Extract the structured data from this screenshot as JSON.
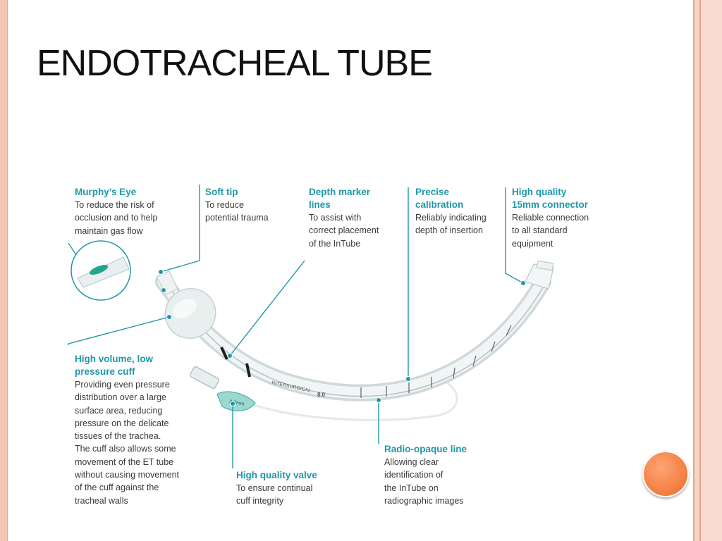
{
  "slide": {
    "title": "ENDOTRACHEAL TUBE"
  },
  "annotations": {
    "murphys_eye": {
      "heading": "Murphy’s Eye",
      "body": "To reduce the risk of\nocclusion and to help\nmaintain gas flow"
    },
    "soft_tip": {
      "heading": "Soft tip",
      "body": "To reduce\npotential trauma"
    },
    "depth_marker": {
      "heading": "Depth marker\nlines",
      "body": "To assist with\ncorrect placement\nof the InTube"
    },
    "precise_calibration": {
      "heading": "Precise\ncalibration",
      "body": "Reliably indicating\ndepth of insertion"
    },
    "connector": {
      "heading": "High quality\n15mm connector",
      "body": "Reliable connection\nto all standard\nequipment"
    },
    "cuff": {
      "heading": "High volume, low\npressure cuff",
      "body": "Providing even pressure\ndistribution over a large\nsurface area, reducing\npressure on the delicate\ntissues of the trachea.\nThe cuff also allows some\nmovement of the ET tube\nwithout causing movement\nof the cuff against the\ntracheal walls"
    },
    "valve": {
      "heading": "High quality valve",
      "body": "To ensure continual\ncuff integrity"
    },
    "radio_opaque": {
      "heading": "Radio-opaque line",
      "body": "Allowing clear\nidentification of\nthe InTube on\nradiographic images"
    }
  },
  "tube_labels": {
    "brand": "INTERSURGICAL",
    "size": "8.0",
    "pilot_size": "8.0mm"
  },
  "colors": {
    "accent_teal": "#1f98a8",
    "border_salmon": "#e9a48f",
    "button_orange": "#f27c3f"
  }
}
